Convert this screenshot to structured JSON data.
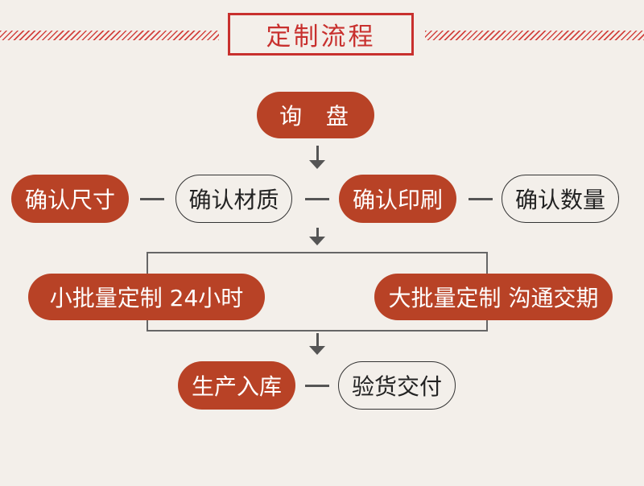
{
  "title": "定制流程",
  "nodes": {
    "inquiry": "询  盘",
    "confirm_size": "确认尺寸",
    "confirm_material": "确认材质",
    "confirm_print": "确认印刷",
    "confirm_quantity": "确认数量",
    "small_batch": "小批量定制 24小时",
    "large_batch": "大批量定制 沟通交期",
    "production": "生产入库",
    "inspection": "验货交付"
  },
  "colors": {
    "accent": "#c8302e",
    "node_fill": "#b84226",
    "background": "#f3efea"
  }
}
